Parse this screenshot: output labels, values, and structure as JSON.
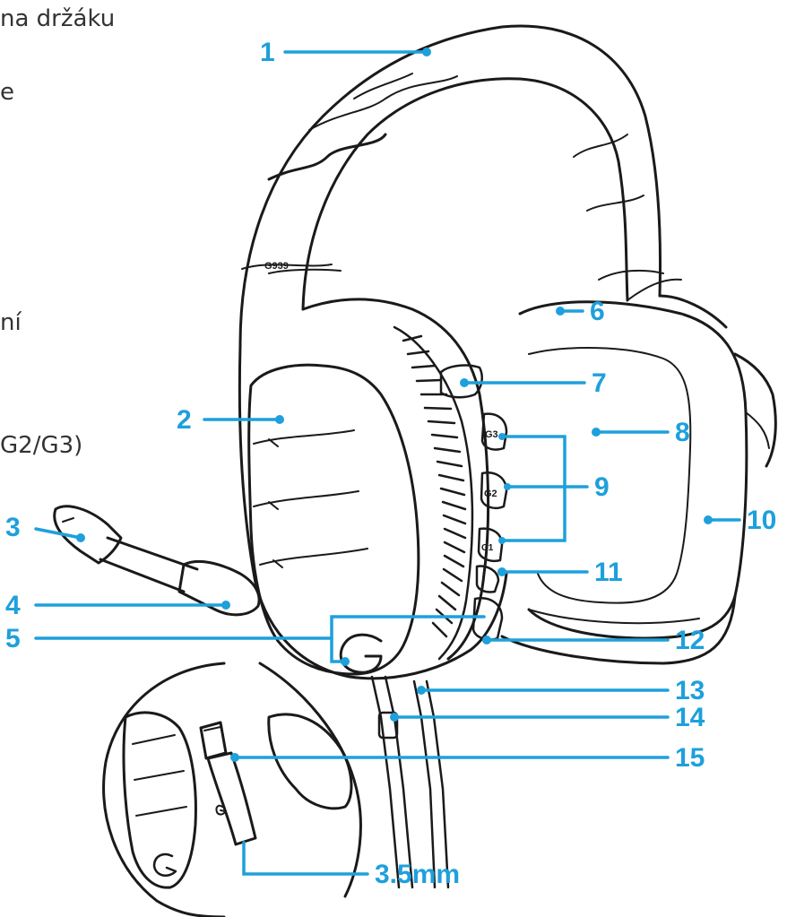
{
  "colors": {
    "line": "#1a1a1a",
    "accent": "#1ea0dc",
    "text": "#333333",
    "bg": "#ffffff"
  },
  "left_text": {
    "line1": "na držáku",
    "line2": "e",
    "line3": "ní",
    "line4": "G2/G3)"
  },
  "model_label": "G939",
  "button_labels": {
    "g3": "G3",
    "g2": "G2",
    "g1": "G1"
  },
  "callouts": {
    "c1": "1",
    "c2": "2",
    "c3": "3",
    "c4": "4",
    "c5": "5",
    "c6": "6",
    "c7": "7",
    "c8": "8",
    "c9": "9",
    "c10": "10",
    "c11": "11",
    "c12": "12",
    "c13": "13",
    "c14": "14",
    "c15": "15",
    "c35": "3.5mm"
  },
  "icons": [
    "headset-illustration",
    "usb-receiver-illustration",
    "logitech-g-logo"
  ]
}
